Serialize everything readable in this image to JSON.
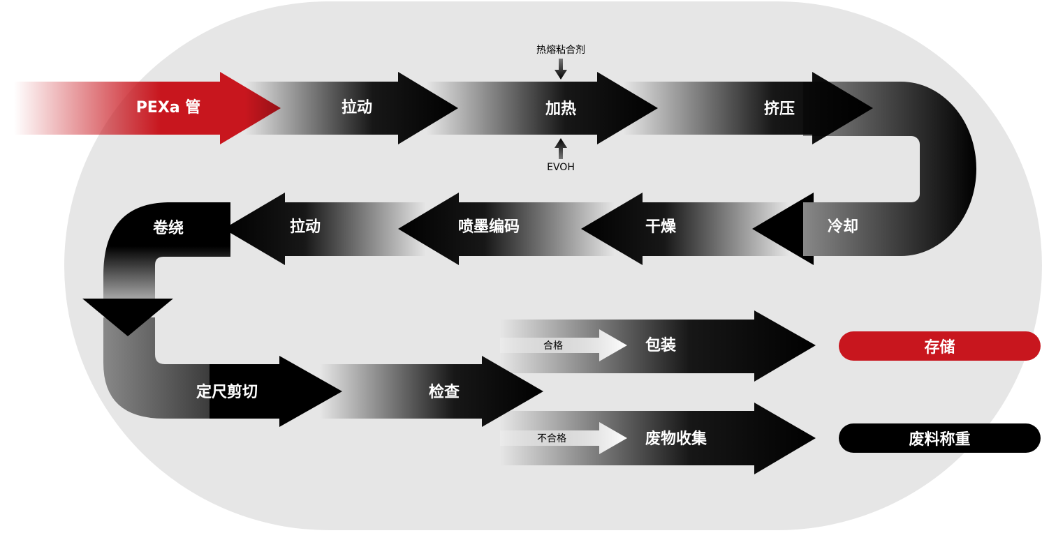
{
  "colors": {
    "accent_red": "#c8161e",
    "dark": "#000000",
    "background_oval": "#e6e6e6"
  },
  "steps": {
    "pexa_tube": "PEXa 管",
    "pull_1": "拉动",
    "heat": "加热",
    "extrude": "挤压",
    "cool": "冷却",
    "dry": "干燥",
    "inkjet": "喷墨编码",
    "pull_2": "拉动",
    "coil": "卷绕",
    "cut": "定尺剪切",
    "inspect": "检查",
    "package": "包装",
    "waste_collect": "废物收集"
  },
  "inputs": {
    "adhesive": "热熔粘合剂",
    "evoh": "EVOH"
  },
  "branches": {
    "pass": "合格",
    "fail": "不合格"
  },
  "outcomes": {
    "storage": "存储",
    "scrap_weigh": "废料称重"
  }
}
